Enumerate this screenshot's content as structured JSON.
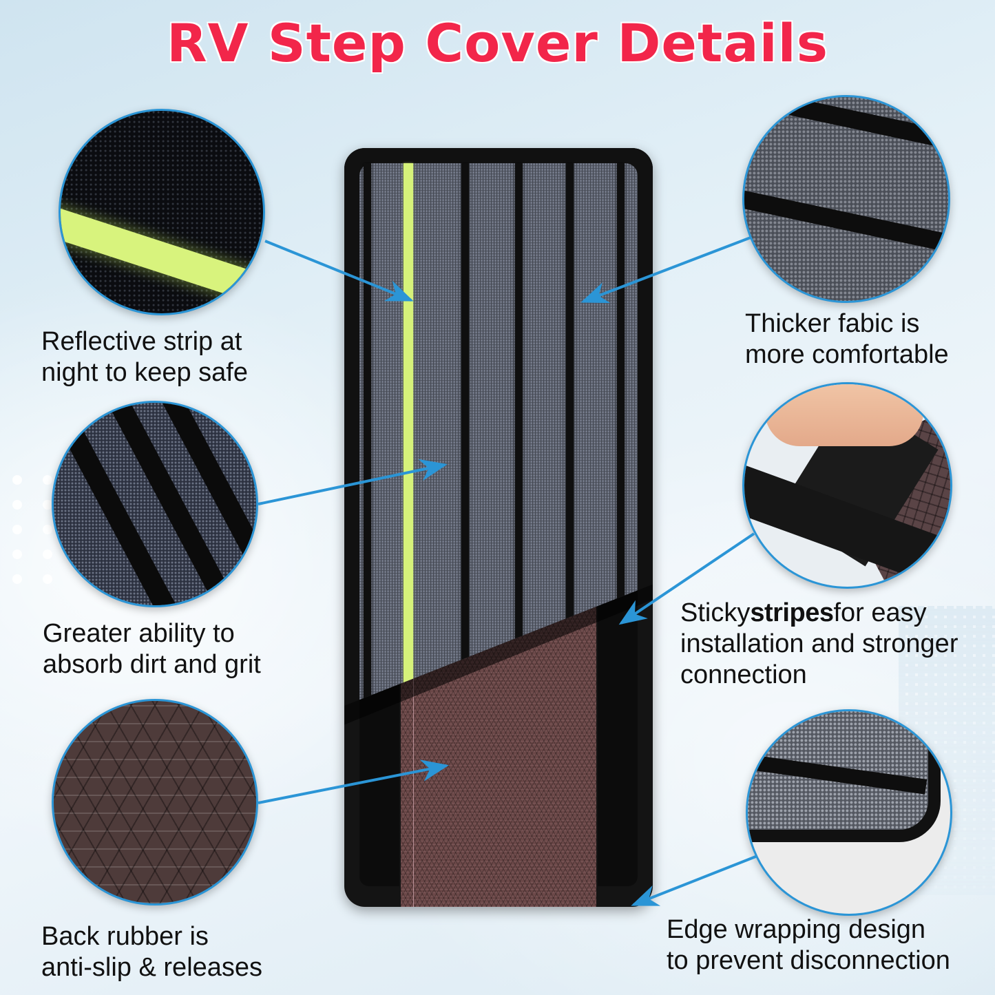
{
  "title": "RV Step Cover Details",
  "colors": {
    "title": "#f2264a",
    "arrow": "#2b95d6",
    "reflective_strip": "#d6f27a",
    "carpet": "#555a66",
    "rubber": "#6b4848",
    "background": "#e3f0f7"
  },
  "features": [
    {
      "id": "reflective",
      "icon": "reflective-strip-closeup",
      "line1": "Reflective strip at",
      "line2": "night to keep safe"
    },
    {
      "id": "absorb",
      "icon": "carpet-texture-closeup",
      "line1": "Greater ability to",
      "line2": "absorb dirt and grit"
    },
    {
      "id": "rubber",
      "icon": "rubber-back-closeup",
      "line1": "Back rubber is",
      "line2": "anti-slip & releases"
    },
    {
      "id": "thicker",
      "icon": "thick-fabric-closeup",
      "line1": "Thicker fabic is",
      "line2": "more comfortable"
    },
    {
      "id": "sticky",
      "icon": "velcro-strap-closeup",
      "line1_a": "Sticky",
      "line1_b": "stripes",
      "line1_c": "for easy",
      "line2": "installation and stronger",
      "line3": "connection"
    },
    {
      "id": "edge",
      "icon": "edge-binding-closeup",
      "line1": "Edge wrapping design",
      "line2": "to prevent disconnection"
    }
  ]
}
